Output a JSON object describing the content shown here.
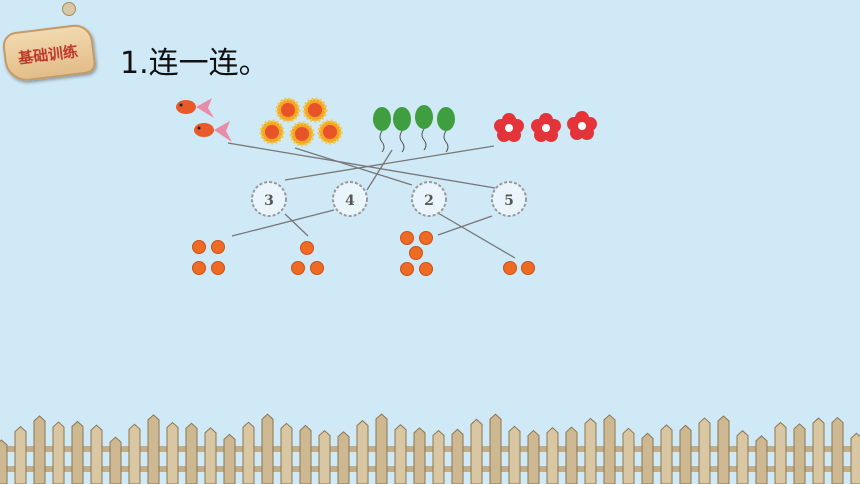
{
  "badge": {
    "label": "基础训练"
  },
  "question": {
    "title": "1.连一连。"
  },
  "numbers": [
    "3",
    "4",
    "2",
    "5"
  ],
  "groups": {
    "goldfish_count": 2,
    "faces_count": 5,
    "balloons_count": 4,
    "flowers_count": 3,
    "dots": [
      4,
      3,
      5,
      2
    ]
  },
  "colors": {
    "background": "#cfe9f7",
    "dot": "#ef6a22",
    "balloon": "#3f9e3f",
    "flower": "#e4343a",
    "fence": "#c9b590"
  }
}
